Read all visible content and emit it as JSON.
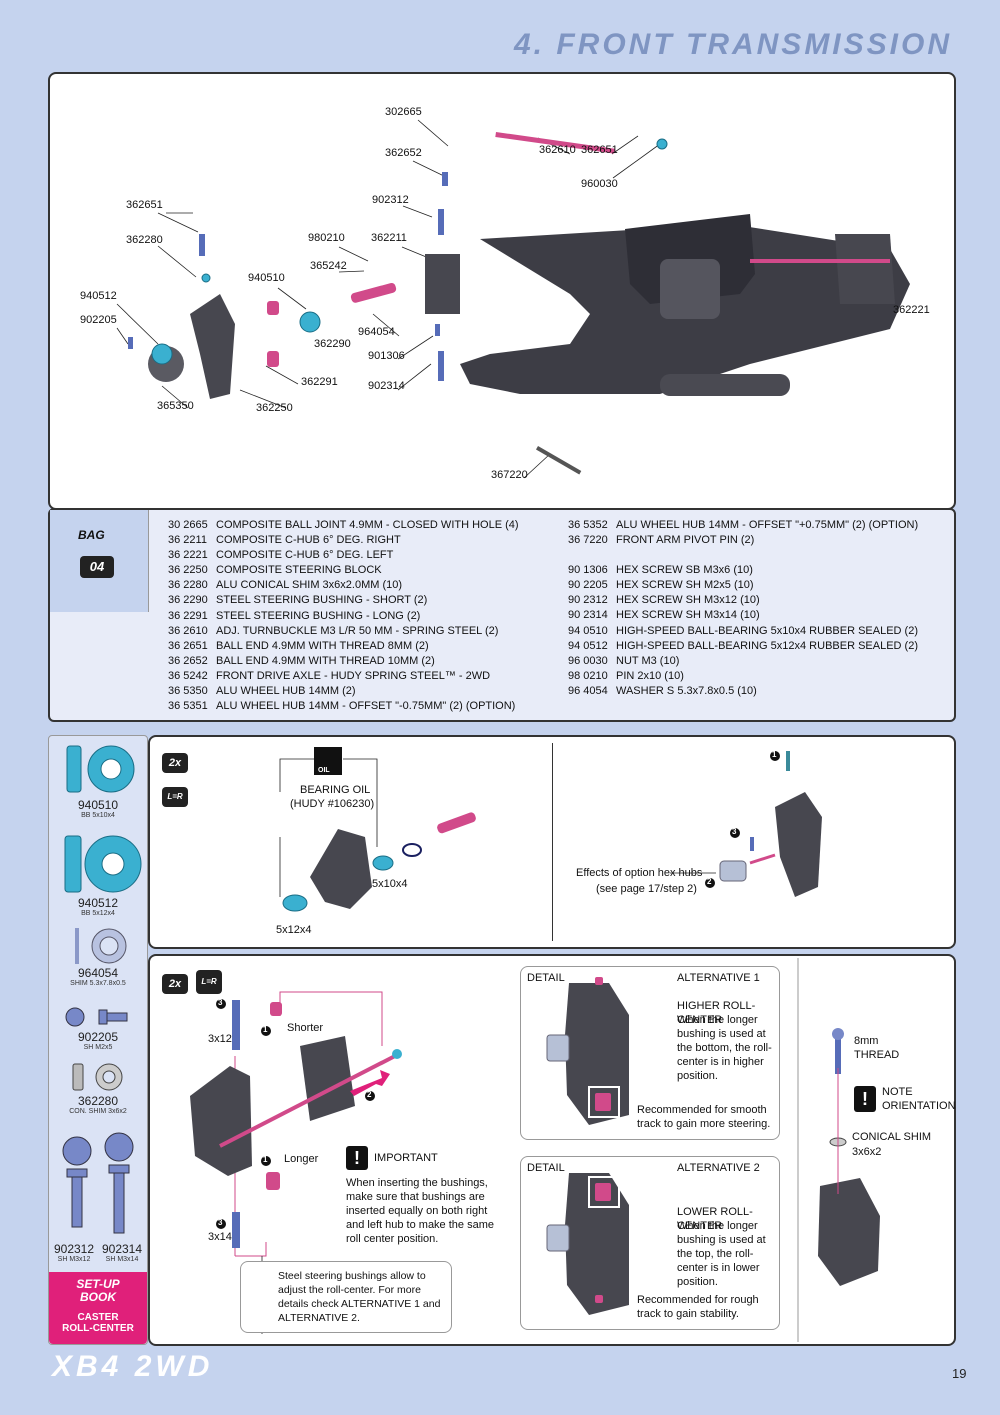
{
  "page": {
    "title": "4. FRONT TRANSMISSION",
    "footer_brand": "XB4 2WD",
    "page_number": "19"
  },
  "diagram_labels": {
    "l302665": "302665",
    "l362652": "362652",
    "l362610": "362610",
    "l362651a": "362651",
    "l960030": "960030",
    "l902312": "902312",
    "l362651b": "362651",
    "l980210": "980210",
    "l362211": "362211",
    "l362280": "362280",
    "l365242": "365242",
    "l940510": "940510",
    "l940512": "940512",
    "l902205": "902205",
    "l964054": "964054",
    "l362290": "362290",
    "l901306": "901306",
    "l362291": "362291",
    "l902314": "902314",
    "l365350": "365350",
    "l362250": "362250",
    "l362221": "362221",
    "l367220": "367220"
  },
  "bag": {
    "label": "BAG",
    "number": "04"
  },
  "parts_left": [
    {
      "num": "30 2665",
      "desc": "COMPOSITE BALL JOINT 4.9MM - CLOSED WITH HOLE (4)"
    },
    {
      "num": "36 2211",
      "desc": "COMPOSITE C-HUB 6° DEG. RIGHT"
    },
    {
      "num": "36 2221",
      "desc": "COMPOSITE C-HUB 6° DEG. LEFT"
    },
    {
      "num": "36 2250",
      "desc": "COMPOSITE STEERING BLOCK"
    },
    {
      "num": "36 2280",
      "desc": "ALU CONICAL SHIM 3x6x2.0MM (10)"
    },
    {
      "num": "36 2290",
      "desc": "STEEL STEERING BUSHING - SHORT (2)"
    },
    {
      "num": "36 2291",
      "desc": "STEEL STEERING BUSHING - LONG (2)"
    },
    {
      "num": "36 2610",
      "desc": "ADJ. TURNBUCKLE M3 L/R 50 MM  - SPRING STEEL (2)"
    },
    {
      "num": "36 2651",
      "desc": "BALL END 4.9MM WITH THREAD 8MM (2)"
    },
    {
      "num": "36 2652",
      "desc": "BALL END 4.9MM WITH THREAD 10MM (2)"
    },
    {
      "num": "36 5242",
      "desc": "FRONT DRIVE AXLE - HUDY SPRING STEEL™ - 2WD"
    },
    {
      "num": "36 5350",
      "desc": "ALU WHEEL HUB 14MM (2)"
    },
    {
      "num": "36 5351",
      "desc": "ALU WHEEL HUB 14MM - OFFSET \"-0.75MM\" (2) (OPTION)"
    }
  ],
  "parts_right_a": [
    {
      "num": "36 5352",
      "desc": "ALU WHEEL HUB 14MM - OFFSET \"+0.75MM\" (2) (OPTION)"
    },
    {
      "num": "36 7220",
      "desc": "FRONT ARM PIVOT PIN (2)"
    }
  ],
  "parts_right_b": [
    {
      "num": "90 1306",
      "desc": "HEX SCREW  SB M3x6  (10)"
    },
    {
      "num": "90 2205",
      "desc": "HEX SCREW  SH M2x5  (10)"
    },
    {
      "num": "90 2312",
      "desc": "HEX SCREW  SH M3x12  (10)"
    },
    {
      "num": "90 2314",
      "desc": "HEX SCREW  SH M3x14  (10)"
    },
    {
      "num": "94 0510",
      "desc": "HIGH-SPEED BALL-BEARING 5x10x4 RUBBER SEALED  (2)"
    },
    {
      "num": "94 0512",
      "desc": "HIGH-SPEED BALL-BEARING 5x12x4 RUBBER SEALED  (2)"
    },
    {
      "num": "96 0030",
      "desc": "NUT M3  (10)"
    },
    {
      "num": "98 0210",
      "desc": "PIN 2x10  (10)"
    },
    {
      "num": "96 4054",
      "desc": "WASHER S 5.3x7.8x0.5  (10)"
    }
  ],
  "sidebar": [
    {
      "code": "940510",
      "spec": "BB 5x10x4"
    },
    {
      "code": "940512",
      "spec": "BB 5x12x4"
    },
    {
      "code": "964054",
      "spec": "SHIM 5.3x7.8x0.5"
    },
    {
      "code": "902205",
      "spec": "SH M2x5"
    },
    {
      "code": "362280",
      "spec": "CON. SHIM 3x6x2"
    },
    {
      "code": "902312",
      "spec": "SH M3x12"
    },
    {
      "code": "902314",
      "spec": "SH M3x14"
    }
  ],
  "setup_book": {
    "title": "SET-UP BOOK",
    "sub1": "CASTER",
    "sub2": "ROLL-CENTER"
  },
  "step1": {
    "qty": "2x",
    "lr": "L=R",
    "oil_icon": "OIL",
    "oil_note": "BEARING OIL",
    "oil_ref": "(HUDY #106230)",
    "b1": "5x10x4",
    "b2": "5x12x4",
    "hex_note1": "Effects of option hex hubs",
    "hex_note2": "(see page 17/step 2)",
    "n1": "1",
    "n2": "2",
    "n3": "3"
  },
  "step2": {
    "qty": "2x",
    "lr": "L=R",
    "n1": "1",
    "n2": "2",
    "n3": "3",
    "screw_top": "3x12",
    "screw_bot": "3x14",
    "short": "Shorter",
    "long": "Longer",
    "important": "IMPORTANT",
    "important_text": "When inserting the bushings, make sure that bushings are inserted equally on both right and left hub to make the same roll center position.",
    "bushing_note": "Steel steering bushings allow to adjust the roll-center. For more details check ALTERNATIVE 1 and ALTERNATIVE 2.",
    "alt1": {
      "detail": "DETAIL",
      "title": "ALTERNATIVE 1",
      "head": "HIGHER ROLL-CENTER",
      "text": "When the longer bushing is used at the bottom, the roll-center is in higher position.",
      "rec": "Recommended for smooth track to gain more steering."
    },
    "alt2": {
      "detail": "DETAIL",
      "title": "ALTERNATIVE 2",
      "head": "LOWER ROLL-CENTER",
      "text": "When the longer bushing is used at the top, the roll-center is in lower position.",
      "rec": "Recommended for rough track to gain stability."
    },
    "thread": "8mm",
    "thread2": "THREAD",
    "note": "NOTE",
    "orient": "ORIENTATION",
    "shim": "CONICAL SHIM",
    "shim_size": "3x6x2"
  }
}
